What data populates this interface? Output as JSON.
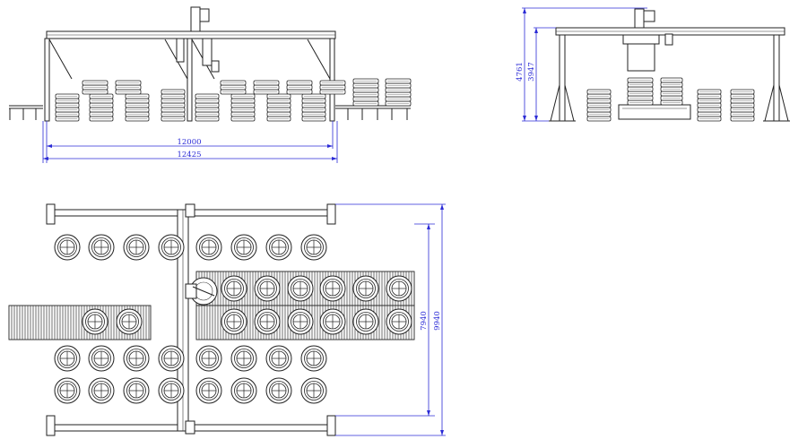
{
  "views": {
    "front": {
      "name": "front-elevation"
    },
    "side": {
      "name": "side-elevation"
    },
    "plan": {
      "name": "plan-view"
    }
  },
  "dimensions": {
    "front_inner_width": "12000",
    "front_outer_width": "12425",
    "side_total_height": "4761",
    "side_beam_height": "3947",
    "plan_conveyor_length": "7940",
    "plan_total_length": "9940"
  },
  "colors": {
    "line": "#222222",
    "dimension": "#2b2bd6",
    "background": "#ffffff"
  }
}
